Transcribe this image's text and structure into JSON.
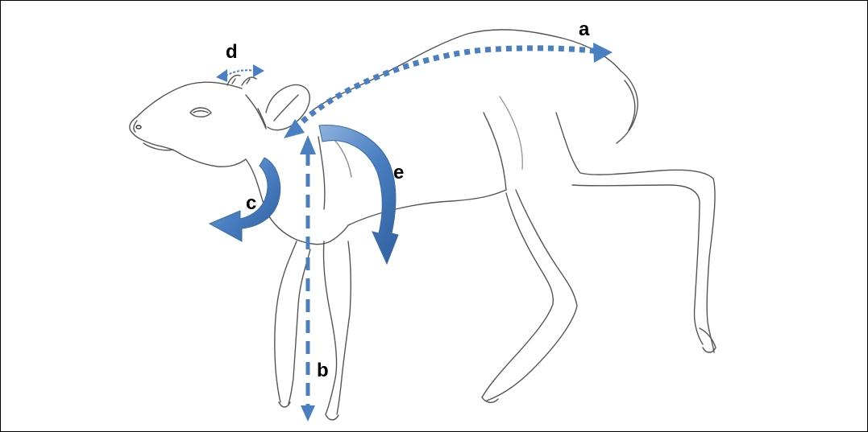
{
  "labels": {
    "a": "a",
    "b": "b",
    "c": "c",
    "d": "d",
    "e": "e"
  },
  "colors": {
    "arrow": "#4a7fc1",
    "arrow_light": "#7ea6d8",
    "sketch": "#4a4a4a",
    "border": "#000000"
  }
}
